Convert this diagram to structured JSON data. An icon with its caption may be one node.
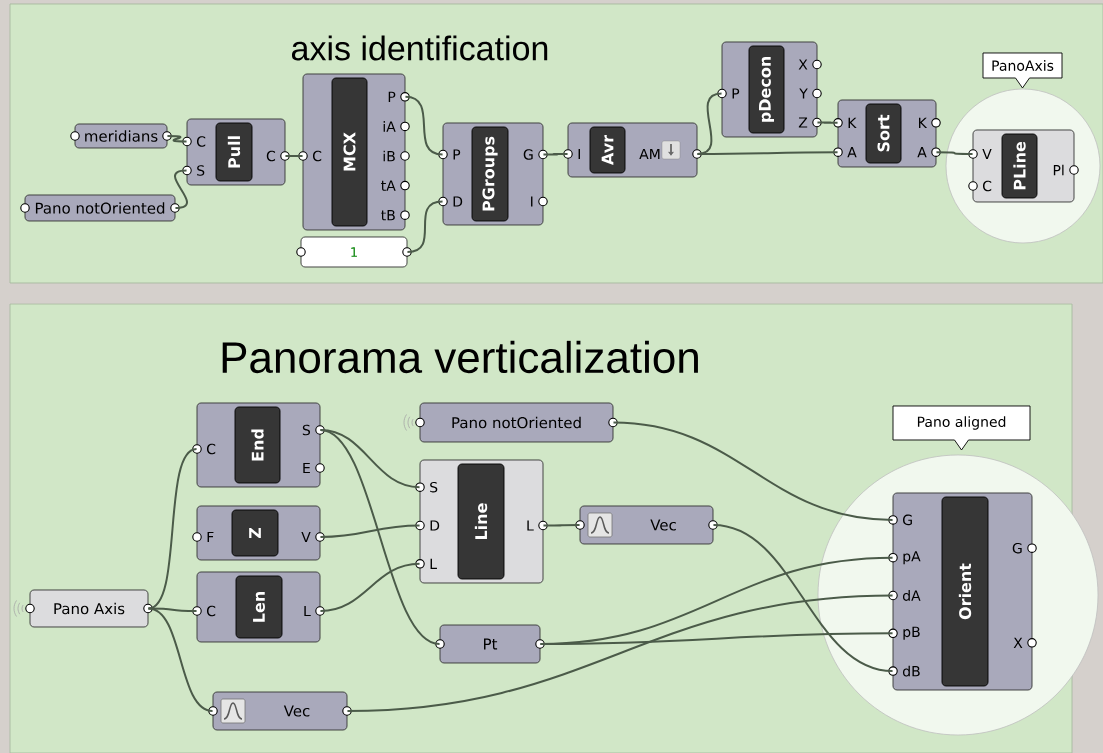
{
  "diagram": {
    "nodes": [
      {
        "text": [
          "axis identification"
        ]
      },
      {
        "text": [
          "meridians"
        ],
        "in": 0
      },
      {
        "text": [
          "Pano notOriented"
        ],
        "in": 0
      },
      {
        "text": [
          "C",
          "S",
          "Pull",
          "C"
        ],
        "in": 0
      },
      {
        "text": [
          "C",
          "MCX",
          "P",
          "iA",
          "iB",
          "tA",
          "tB"
        ],
        "in": 0
      },
      {
        "text": [
          "1"
        ],
        "in": 0
      },
      {
        "text": [
          "P",
          "D",
          "PGroups",
          "G",
          "I"
        ],
        "in": 0
      },
      {
        "text": [
          "I",
          "Avr",
          "AM"
        ],
        "in": 0
      },
      {
        "text": [
          "P",
          "pDecon",
          "X",
          "Y",
          "Z"
        ],
        "in": 0
      },
      {
        "text": [
          "K",
          "A",
          "Sort",
          "K",
          "A"
        ],
        "in": 0
      },
      {
        "text": [],
        "shape": "circle",
        "beside": [
          "PanoAxis"
        ],
        "in": 0
      },
      {
        "text": [
          "V",
          "C",
          "PLine",
          "Pl"
        ],
        "in": 10
      },
      {
        "text": [
          "Panorama verticalization"
        ]
      },
      {
        "text": [
          "C",
          "End",
          "S",
          "E"
        ],
        "in": 12
      },
      {
        "text": [
          "Pano notOriented"
        ],
        "in": 12
      },
      {
        "text": [
          "F",
          "Z",
          "V"
        ],
        "in": 12
      },
      {
        "text": [
          "S",
          "D",
          "L",
          "Line",
          "L"
        ],
        "in": 12
      },
      {
        "text": [
          "Vec"
        ],
        "in": 12
      },
      {
        "text": [
          "Pano Axis"
        ],
        "in": 12
      },
      {
        "text": [
          "C",
          "Len",
          "L"
        ],
        "in": 12
      },
      {
        "text": [
          "Pt"
        ],
        "in": 12
      },
      {
        "text": [
          "Vec"
        ],
        "in": 12
      },
      {
        "text": [],
        "shape": "circle",
        "beside": [
          "Pano aligned"
        ],
        "in": 12
      },
      {
        "text": [
          "G",
          "pA",
          "dA",
          "pB",
          "dB",
          "Orient",
          "G",
          "X"
        ],
        "in": 22
      }
    ],
    "edges": [
      {
        "from": 1,
        "to": 3,
        "arrow": "none"
      },
      {
        "from": 2,
        "to": 3,
        "arrow": "none"
      },
      {
        "from": 3,
        "to": 4,
        "arrow": "none"
      },
      {
        "from": 4,
        "to": 6,
        "arrow": "none"
      },
      {
        "from": 5,
        "to": 6,
        "arrow": "none"
      },
      {
        "from": 6,
        "to": 7,
        "arrow": "none"
      },
      {
        "from": 7,
        "to": 8,
        "arrow": "none"
      },
      {
        "from": 7,
        "to": 9,
        "arrow": "none"
      },
      {
        "from": 8,
        "to": 9,
        "arrow": "none"
      },
      {
        "from": 9,
        "to": 11,
        "arrow": "none"
      },
      {
        "from": 18,
        "to": 13,
        "arrow": "none"
      },
      {
        "from": 18,
        "to": 19,
        "arrow": "none"
      },
      {
        "from": 18,
        "to": 21,
        "arrow": "none"
      },
      {
        "from": 13,
        "to": 16,
        "arrow": "none"
      },
      {
        "from": 13,
        "to": 20,
        "arrow": "none"
      },
      {
        "from": 15,
        "to": 16,
        "arrow": "none"
      },
      {
        "from": 19,
        "to": 16,
        "arrow": "none"
      },
      {
        "from": 16,
        "to": 17,
        "arrow": "none"
      },
      {
        "from": 14,
        "to": 23,
        "arrow": "none"
      },
      {
        "from": 20,
        "to": 23,
        "arrow": "none"
      },
      {
        "from": 20,
        "to": 23,
        "arrow": "none"
      },
      {
        "from": 21,
        "to": 23,
        "arrow": "none"
      },
      {
        "from": 17,
        "to": 23,
        "arrow": "none"
      }
    ]
  }
}
